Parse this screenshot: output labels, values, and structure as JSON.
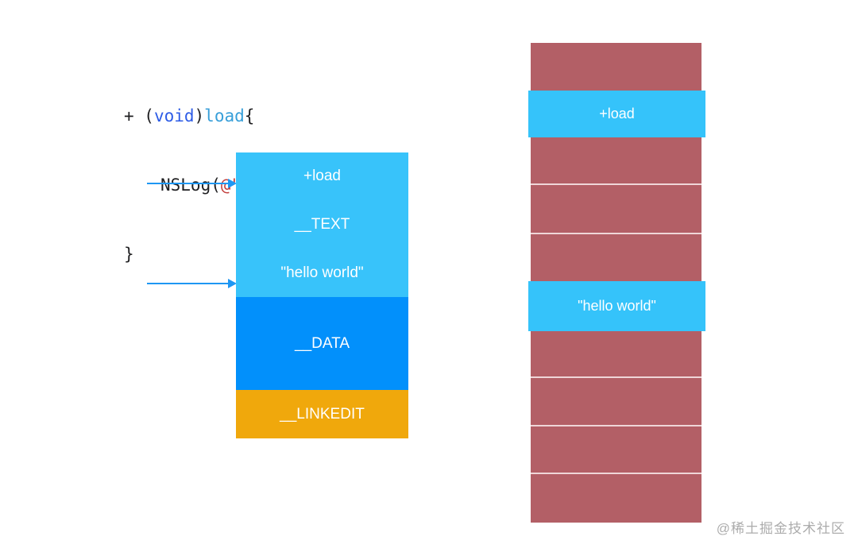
{
  "code": {
    "line1": {
      "prefix": "+ (",
      "keyword": "void",
      "mid": ")",
      "method": "load",
      "suffix": "{"
    },
    "line2": {
      "call": "NSLog(",
      "string": "@\"hello world\"",
      "suffix": ");"
    },
    "line3": {
      "brace": "}"
    }
  },
  "macho_stack": {
    "text_segment_labels": [
      "+load",
      "__TEXT",
      "\"hello world\""
    ],
    "data_segment_label": "__DATA",
    "linkedit_segment_label": "__LINKEDIT"
  },
  "memory_column": {
    "rows": [
      {
        "kind": "segment",
        "label": "",
        "height": 60,
        "divider": false
      },
      {
        "kind": "highlight",
        "label": "+load",
        "height": 59,
        "divider": false
      },
      {
        "kind": "segment",
        "label": "",
        "height": 60,
        "divider": true
      },
      {
        "kind": "segment",
        "label": "",
        "height": 62,
        "divider": true
      },
      {
        "kind": "segment",
        "label": "",
        "height": 59,
        "divider": false
      },
      {
        "kind": "highlight",
        "label": "\"hello world\"",
        "height": 63,
        "divider": false
      },
      {
        "kind": "segment",
        "label": "",
        "height": 59,
        "divider": true
      },
      {
        "kind": "segment",
        "label": "",
        "height": 61,
        "divider": true
      },
      {
        "kind": "segment",
        "label": "",
        "height": 60,
        "divider": true
      },
      {
        "kind": "segment",
        "label": "",
        "height": 61,
        "divider": false
      }
    ]
  },
  "watermark": {
    "text": "@稀土掘金技术社区"
  },
  "colors": {
    "text_segment": "#38c3fa",
    "data_segment": "#0290fb",
    "linkedit_segment": "#f0a80c",
    "memory_block": "#b35f66",
    "memory_highlight": "#35c3fa",
    "memory_divider": "#efd6d8",
    "arrow": "#1e97f3",
    "code_keyword": "#2d5ce6",
    "code_method": "#389fd9",
    "code_string": "#c3403e"
  }
}
